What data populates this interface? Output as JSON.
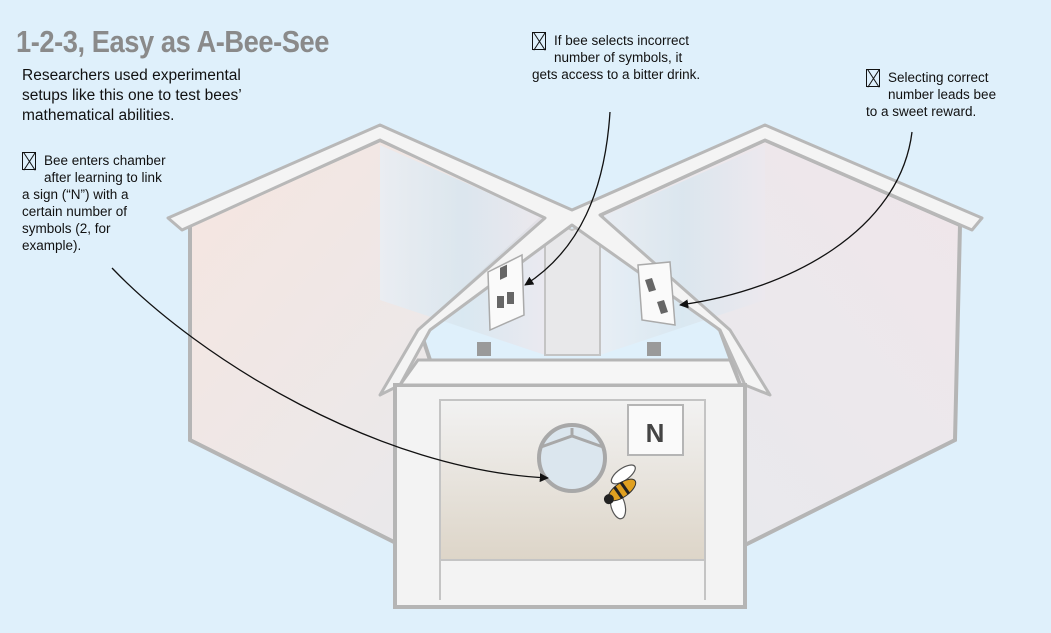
{
  "title": "1-2-3, Easy as A-Bee-See",
  "intro": "Researchers used experimental setups like this one to test bees’ mathematical abilities.",
  "callouts": [
    {
      "icon": "missing-glyph-box-icon",
      "text": "Bee enters chamber after learning to link a sign (“N”) with a certain number of symbols (2, for example)."
    },
    {
      "icon": "missing-glyph-box-icon",
      "text": "If bee selects incorrect number of symbols, it gets access to a bitter drink."
    },
    {
      "icon": "missing-glyph-box-icon",
      "text": "Selecting correct number leads bee to a sweet reward."
    }
  ],
  "sign_label": "N",
  "colors": {
    "background": "#dff0fb",
    "title": "#8a8a8a",
    "frame": "#b8b8b8"
  }
}
